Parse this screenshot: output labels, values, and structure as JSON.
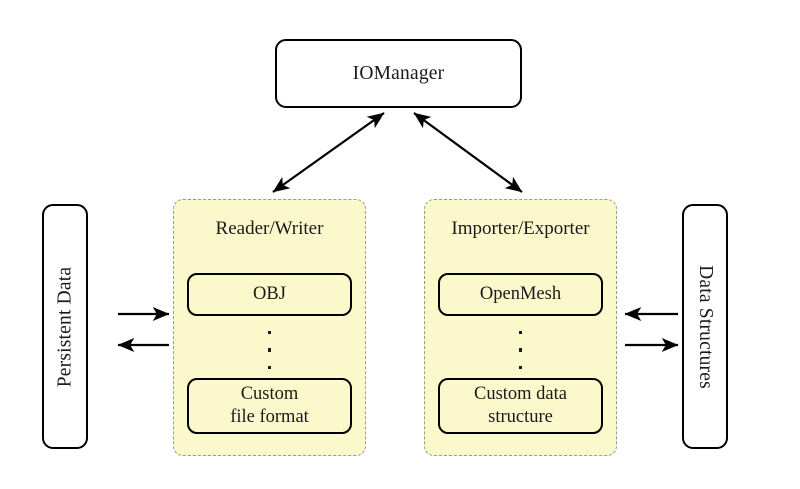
{
  "diagram": {
    "title_node": {
      "label": "IOManager"
    },
    "left_store": {
      "label": "Persistent Data"
    },
    "right_store": {
      "label": "Data Structures"
    },
    "panels": [
      {
        "title": "Reader/Writer",
        "top_item": "OBJ",
        "ellipsis": "⋮",
        "bottom_item_line1": "Custom",
        "bottom_item_line2": "file format"
      },
      {
        "title": "Importer/Exporter",
        "top_item": "OpenMesh",
        "ellipsis": "⋮",
        "bottom_item_line1": "Custom data",
        "bottom_item_line2": "structure"
      }
    ],
    "connections": [
      {
        "name": "iomanager-to-readerwriter",
        "style": "double-headed"
      },
      {
        "name": "iomanager-to-importerexporter",
        "style": "double-headed"
      },
      {
        "name": "persistent-data-to-readerwriter",
        "style": "single-right"
      },
      {
        "name": "readerwriter-to-persistent-data",
        "style": "single-left"
      },
      {
        "name": "data-structures-to-importerexporter",
        "style": "single-left"
      },
      {
        "name": "importerexporter-to-data-structures",
        "style": "single-right"
      }
    ],
    "colors": {
      "panel_fill": "#fbf8cc",
      "panel_border": "#9a9a8e",
      "stroke": "#000000",
      "background": "#ffffff"
    }
  }
}
